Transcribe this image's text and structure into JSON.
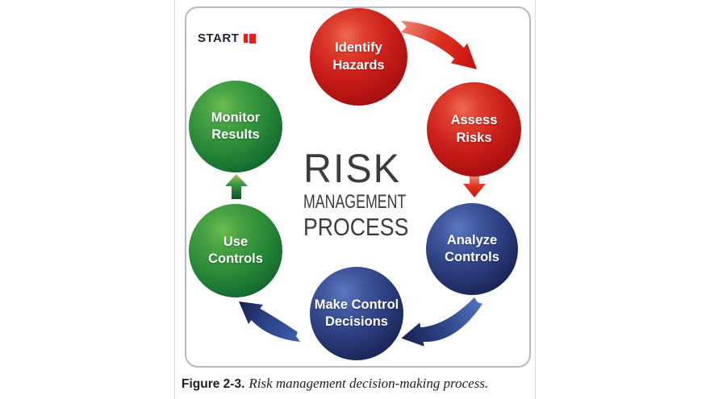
{
  "figure": {
    "start": {
      "label": "START"
    },
    "center_title": {
      "line1": "RISK",
      "line2": "MANAGEMENT",
      "line3": "PROCESS"
    },
    "nodes": [
      {
        "id": "identify-hazards",
        "label": "Identify\nHazards",
        "color": "red"
      },
      {
        "id": "assess-risks",
        "label": "Assess\nRisks",
        "color": "red"
      },
      {
        "id": "analyze-controls",
        "label": "Analyze\nControls",
        "color": "blue"
      },
      {
        "id": "make-control-decisions",
        "label": "Make Control\nDecisions",
        "color": "blue"
      },
      {
        "id": "use-controls",
        "label": "Use\nControls",
        "color": "green"
      },
      {
        "id": "monitor-results",
        "label": "Monitor\nResults",
        "color": "green"
      }
    ],
    "arrows": [
      {
        "id": "identify-to-assess",
        "style": "curved",
        "color": "red"
      },
      {
        "id": "assess-to-analyze",
        "style": "straight-down",
        "color": "red"
      },
      {
        "id": "analyze-to-make",
        "style": "curved",
        "color": "blue"
      },
      {
        "id": "make-to-use",
        "style": "curved",
        "color": "blue"
      },
      {
        "id": "use-to-monitor",
        "style": "straight-up",
        "color": "green"
      }
    ],
    "colors": {
      "red_sphere": "#c41d1a",
      "green_sphere": "#2a8b38",
      "blue_sphere": "#2c3d7f",
      "start_flag_red": "#e32119",
      "title_text": "#3c3c3c",
      "panel_border": "#b6babd"
    },
    "caption": {
      "label": "Figure 2-3.",
      "text": "Risk management decision-making process."
    }
  }
}
